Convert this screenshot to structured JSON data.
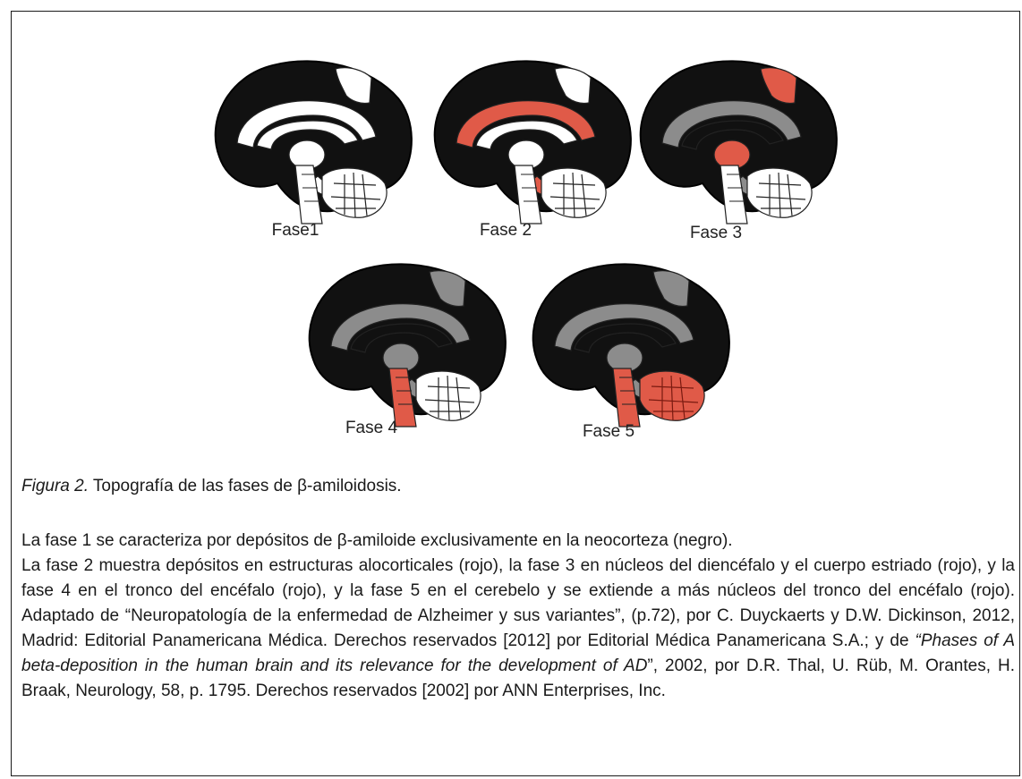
{
  "figure": {
    "stages": [
      {
        "label": "Fase1"
      },
      {
        "label": "Fase 2"
      },
      {
        "label": "Fase 3"
      },
      {
        "label": "Fase 4"
      },
      {
        "label": "Fase 5"
      }
    ],
    "colors": {
      "neocortex": "#111111",
      "highlight": "#e05a48",
      "gray": "#8c8c8c",
      "white": "#ffffff"
    }
  },
  "caption": {
    "label": "Figura 2.",
    "text": " Topografía de las fases de β-amiloidosis."
  },
  "body": {
    "paragraph1": "La fase 1 se caracteriza por depósitos de β-amiloide exclusivamente en la neocorteza (negro).",
    "paragraph2_part1": "La fase 2 muestra depósitos en estructuras alocorticales (rojo), la fase 3 en núcleos del diencéfalo y el cuerpo estriado (rojo), y la fase 4 en el tronco del encéfalo (rojo), y la fase 5 en el cerebelo y se extiende a más núcleos del tronco del encéfalo (rojo). Adaptado de “Neuropatología de la enfermedad de Alzheimer y sus variantes”, (p.72), por C. Duyckaerts y D.W. Dickinson, 2012, Madrid: Editorial Panamericana Médica. Derechos reservados [2012] por Editorial Médica Panamericana S.A.; y de ",
    "paragraph2_italic": "“Phases of A beta-deposition in the human brain and its relevance for the development of AD",
    "paragraph2_part2": "”, 2002, por D.R. Thal, U. Rüb, M. Orantes, H. Braak, Neurology, 58, p. 1795. Derechos reservados [2002] por ANN Enterprises, Inc."
  }
}
